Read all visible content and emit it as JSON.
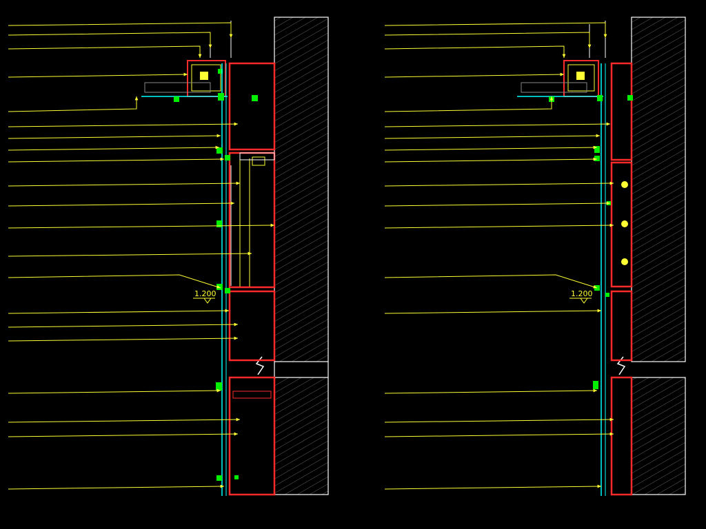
{
  "drawing": {
    "colors": {
      "background": "#000000",
      "wall_outline": "#ffffff",
      "hatch": "#7a7a7a",
      "panel": "#ff2a2a",
      "leader": "#ffff33",
      "mullion": "#00ffff",
      "marker": "#00ee00",
      "text": "#ffff33"
    },
    "panels": [
      {
        "id": "left",
        "title": "",
        "labels": [
          "",
          "",
          "",
          "",
          "",
          "",
          "",
          "",
          "",
          "",
          "",
          "",
          "",
          "",
          "",
          "",
          "",
          "",
          "",
          "",
          "",
          ""
        ],
        "level_mark": "1.200"
      },
      {
        "id": "right",
        "title": "",
        "labels": [
          "",
          "",
          "",
          "",
          "",
          "",
          "",
          "",
          "",
          "",
          "",
          "",
          "",
          "",
          "",
          "",
          "",
          "",
          "",
          "",
          "",
          ""
        ],
        "level_mark": "1.200"
      }
    ]
  }
}
